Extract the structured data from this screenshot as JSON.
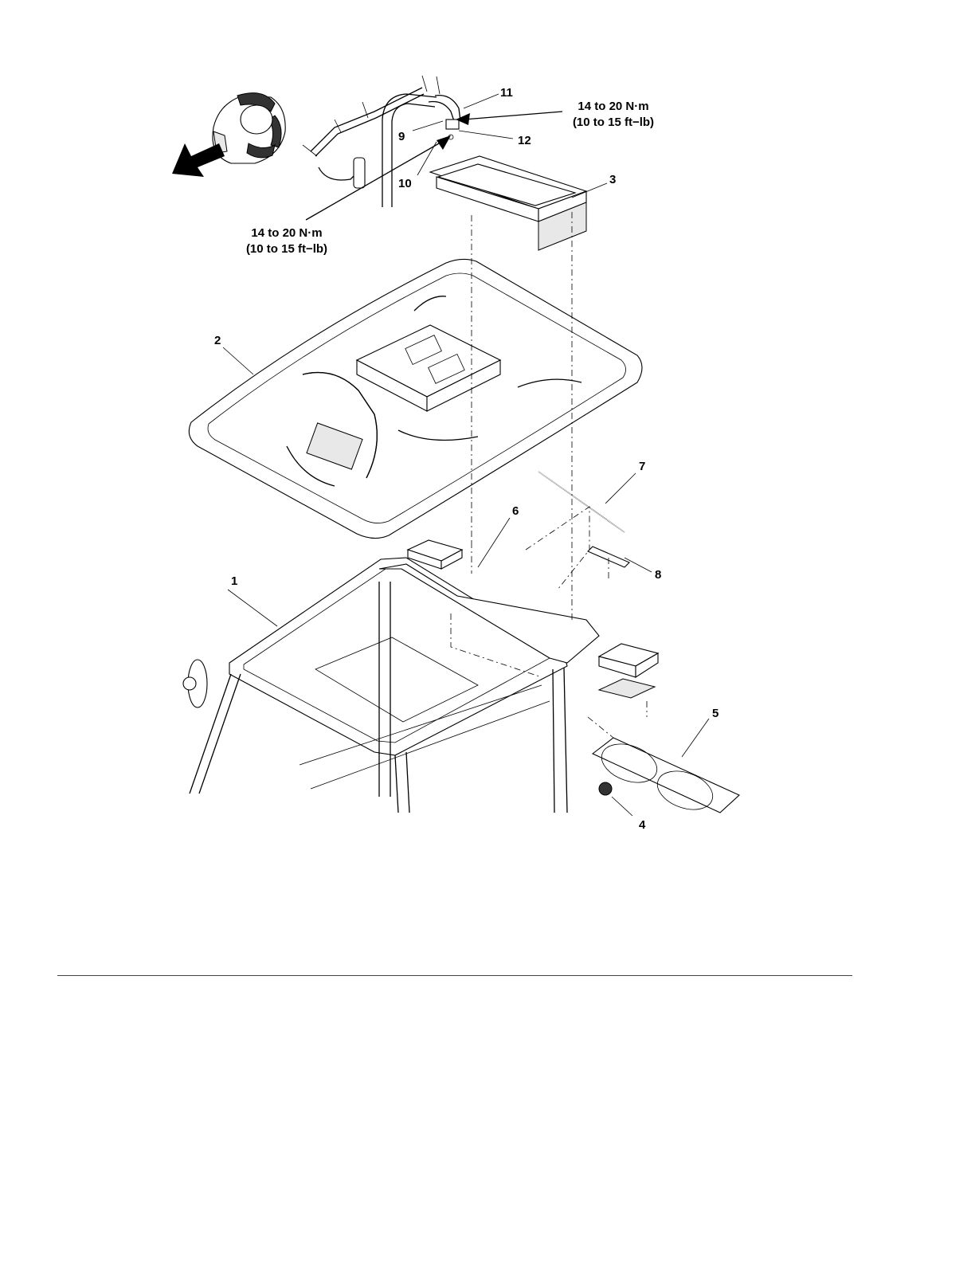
{
  "callouts": {
    "c1": "1",
    "c2": "2",
    "c3": "3",
    "c4": "4",
    "c5": "5",
    "c6": "6",
    "c7": "7",
    "c8": "8",
    "c9": "9",
    "c10": "10",
    "c11": "11",
    "c12": "12"
  },
  "torque_upper": {
    "line1": "14 to 20 N·m",
    "line2": "(10 to 15 ft−lb)"
  },
  "torque_lower": {
    "line1": "14 to 20 N·m",
    "line2": "(10 to 15 ft−lb)"
  },
  "icons": {
    "orientation": "machine-front-direction-icon"
  },
  "colors": {
    "ink": "#000000",
    "background": "#ffffff",
    "rule": "#444444"
  }
}
